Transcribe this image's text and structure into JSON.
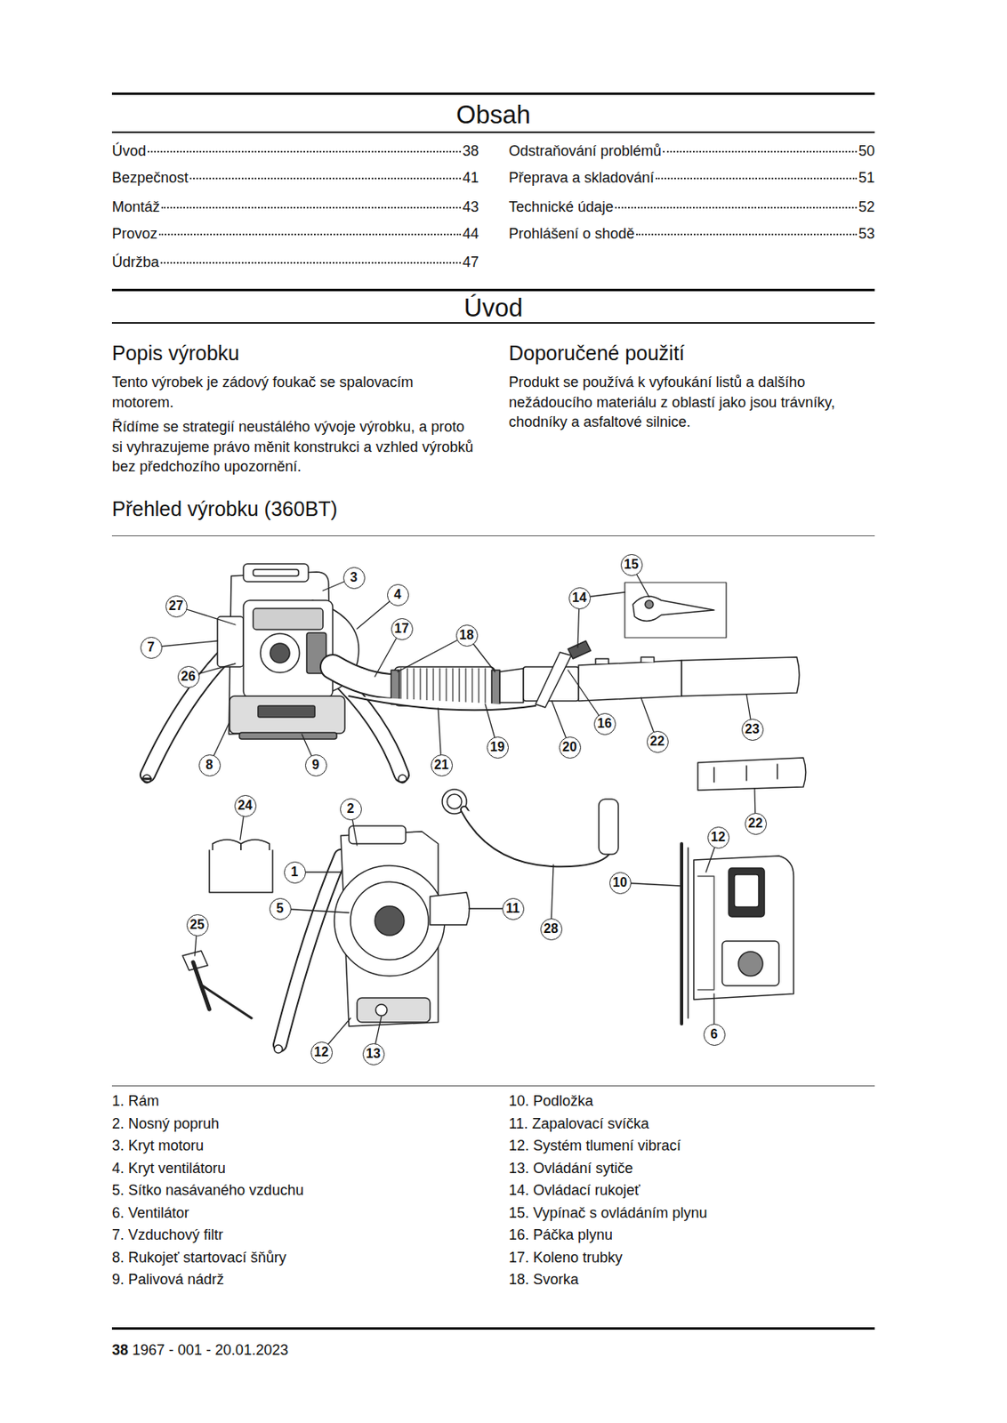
{
  "diagram": {
    "title": "Obsah",
    "nodes": [
      {
        "text": [
          "15"
        ]
      },
      {
        "text": [
          "3"
        ]
      },
      {
        "text": [
          "4"
        ]
      },
      {
        "text": [
          "14"
        ]
      },
      {
        "text": [
          "27"
        ]
      },
      {
        "text": [
          "17"
        ]
      },
      {
        "text": [
          "18"
        ]
      },
      {
        "text": [
          "7"
        ]
      },
      {
        "text": [
          "26"
        ]
      },
      {
        "text": [
          "16"
        ]
      },
      {
        "text": [
          "23"
        ]
      },
      {
        "text": [
          "22"
        ]
      },
      {
        "text": [
          "19"
        ]
      },
      {
        "text": [
          "20"
        ]
      },
      {
        "text": [
          "8"
        ]
      },
      {
        "text": [
          "9"
        ]
      },
      {
        "text": [
          "21"
        ]
      },
      {
        "text": [
          "24"
        ]
      },
      {
        "text": [
          "2"
        ]
      },
      {
        "text": [
          "22"
        ]
      },
      {
        "text": [
          "12"
        ]
      },
      {
        "text": [
          "1"
        ]
      },
      {
        "text": [
          "10"
        ]
      },
      {
        "text": [
          "5"
        ]
      },
      {
        "text": [
          "11"
        ]
      },
      {
        "text": [
          "25"
        ]
      },
      {
        "text": [
          "28"
        ]
      },
      {
        "text": [
          "6"
        ]
      },
      {
        "text": [
          "12"
        ]
      },
      {
        "text": [
          "13"
        ]
      }
    ],
    "labels": [
      "Úvod",
      "38",
      "Bezpečnost",
      "41",
      "Montáž",
      "43",
      "Provoz",
      "44",
      "Údržba",
      "47",
      "Odstraňování problémů",
      "50",
      "Přeprava a skladování",
      "51",
      "Technické údaje",
      "52",
      "Prohlášení o shodě",
      "53",
      "Úvod",
      "Popis výrobku",
      "Tento výrobek je zádový foukač se spalovacím motorem.",
      "Řídíme se strategií neustálého vývoje výrobku, a proto si vyhrazujeme právo měnit konstrukci a vzhled výrobků bez předchozího upozornění.",
      "Doporučené použití",
      "Produkt se používá k vyfoukání listů a dalšího nežádoucího materiálu z oblastí jako jsou trávníky, chodníky a asfaltové silnice.",
      "Přehled výrobku (360BT)",
      "1. Rám",
      "2. Nosný popruh",
      "3. Kryt motoru",
      "4. Kryt ventilátoru",
      "5. Sítko nasávaného vzduchu",
      "6. Ventilátor",
      "7. Vzduchový filtr",
      "8. Rukojeť startovací šňůry",
      "9. Palivová nádrž",
      "10. Podložka",
      "11. Zapalovací svíčka",
      "12. Systém tlumení vibrací",
      "13. Ovládání sytiče",
      "14. Ovládací rukojeť",
      "15. Vypínač s ovládáním plynu",
      "16. Páčka plynu",
      "17. Koleno trubky",
      "18. Svorka",
      "38",
      "1967 - 001 - 20.01.2023"
    ]
  }
}
